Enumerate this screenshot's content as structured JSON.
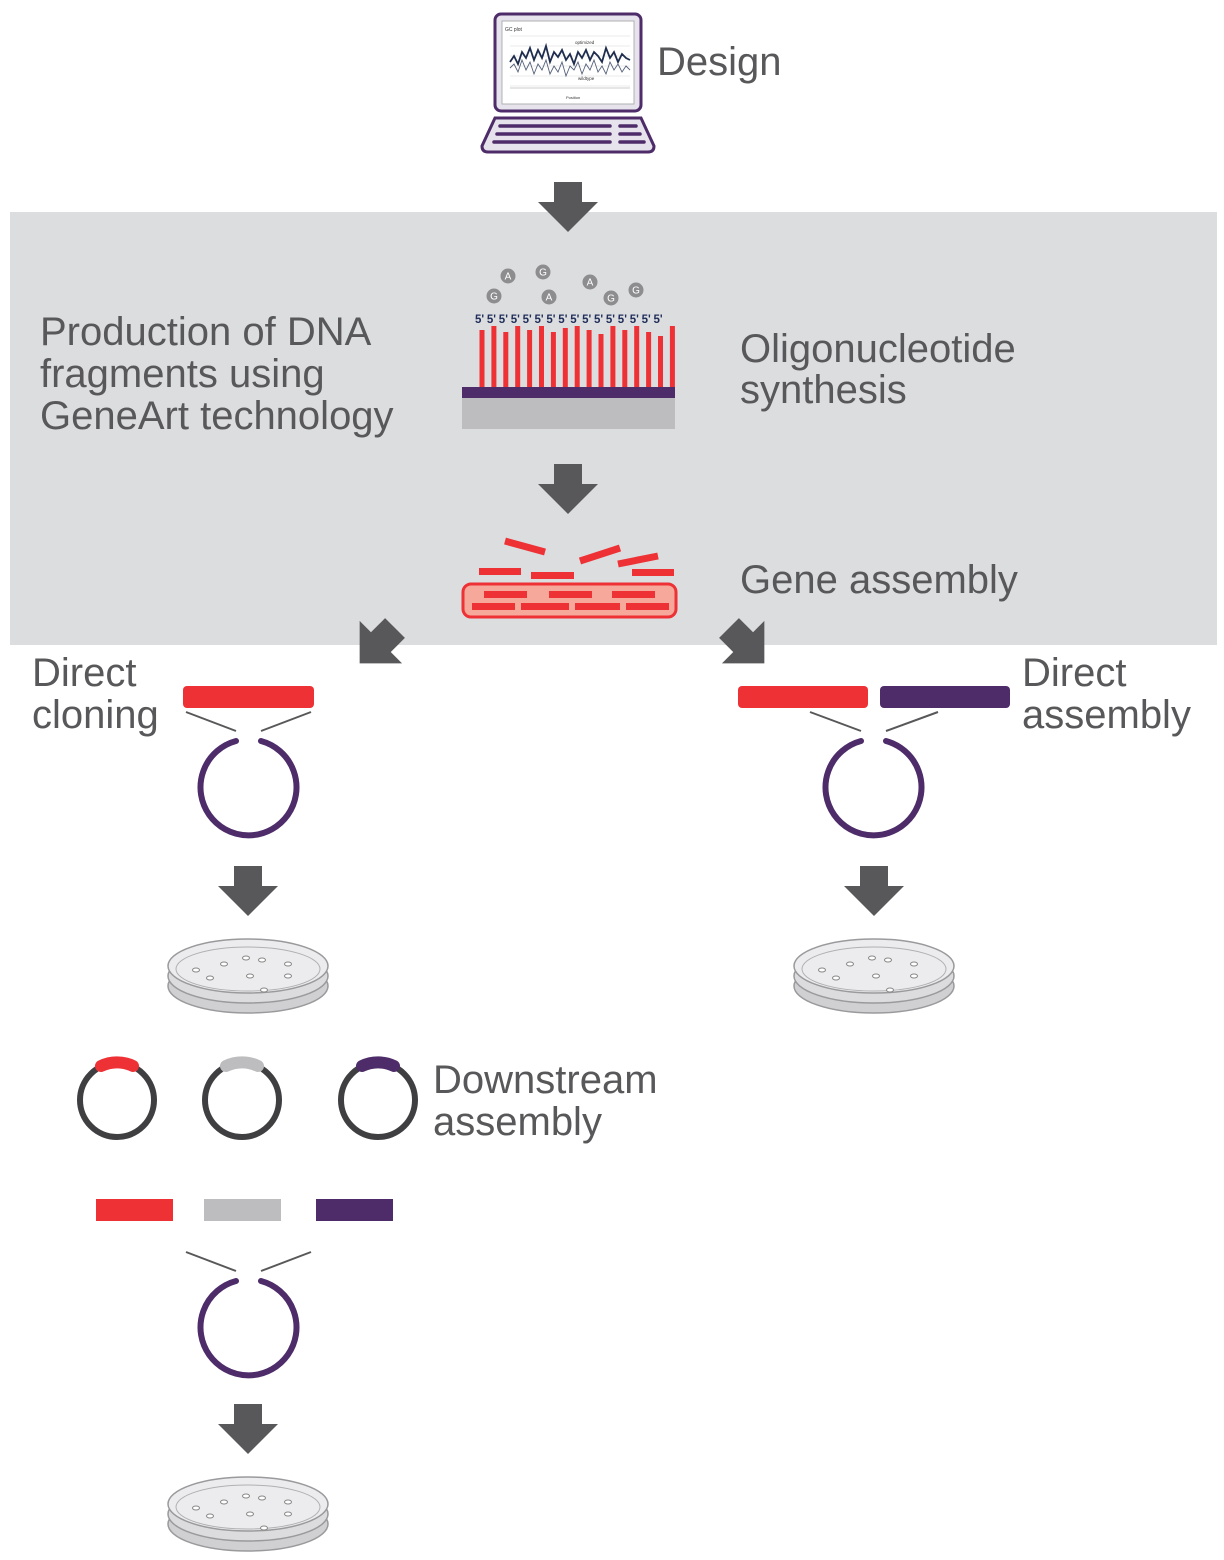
{
  "labels": {
    "design": "Design",
    "production": [
      "Production of DNA",
      "fragments using",
      "GeneArt technology"
    ],
    "oligo": [
      "Oligonucleotide",
      "synthesis"
    ],
    "gene_assembly": "Gene assembly",
    "direct_cloning": [
      "Direct",
      "cloning"
    ],
    "direct_assembly": [
      "Direct",
      "assembly"
    ],
    "downstream": [
      "Downstream",
      "assembly"
    ]
  },
  "monitor_chart": {
    "title": "GC plot",
    "series_labels": [
      "optimized",
      "wildtype"
    ],
    "xlabel": "Position"
  },
  "nucleotides": [
    "G",
    "A",
    "G",
    "A",
    "A",
    "G",
    "G"
  ],
  "five_prime_label": "5'",
  "colors": {
    "red": "#ee3135",
    "purple": "#4d2c69",
    "gray": "#bdbdbf",
    "arrow": "#58585a",
    "panel": "#dcdddf",
    "dark_circle": "#3f3f41",
    "salmon": "#f6a99a"
  }
}
